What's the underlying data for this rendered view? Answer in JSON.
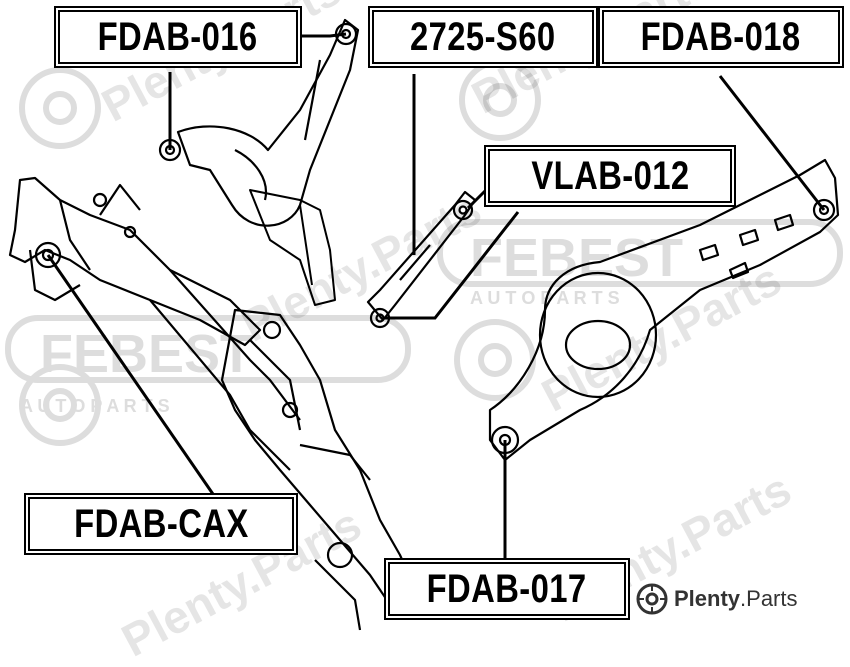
{
  "callouts": {
    "fdab_016": "FDAB-016",
    "p2725_s60": "2725-S60",
    "fdab_018": "FDAB-018",
    "vlab_012": "VLAB-012",
    "fdab_cax": "FDAB-CAX",
    "fdab_017": "FDAB-017"
  },
  "watermark": {
    "brand_bold": "Plenty",
    "brand_rest": ".Parts",
    "diagonal_text": "Plenty.Parts",
    "febest_text": "FEBEST",
    "auto_parts_text": "A U T O   P A R T S",
    "icon": "brake-disc-icon"
  },
  "colors": {
    "line": "#000000",
    "watermark": "#d8d8d8",
    "background": "#ffffff"
  }
}
